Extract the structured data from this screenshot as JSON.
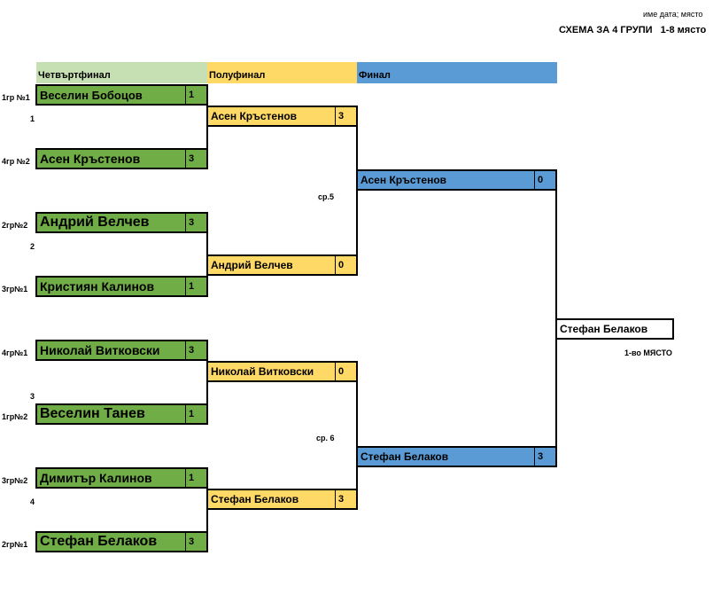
{
  "header": {
    "meta": "име дата; място",
    "title": "СХЕМА ЗА 4 ГРУПИ   1-8 място"
  },
  "columns": {
    "quarterfinal": "Четвъртфинал",
    "semifinal": "Полуфинал",
    "final": "Финал"
  },
  "colors": {
    "quarterfinal": "#70ad47",
    "semifinal": "#ffd966",
    "final": "#5b9bd5",
    "header_quarterfinal": "#c6e0b4"
  },
  "quarterfinals": [
    {
      "seed": "1гр №1",
      "name": "Веселин Бобоцов",
      "score": "1"
    },
    {
      "seed": "4гр №2",
      "name": "Асен Кръстенов",
      "score": "3"
    },
    {
      "seed": "2гр№2",
      "name": "Андрий Велчев",
      "score": "3"
    },
    {
      "seed": "3гр№1",
      "name": "Кристиян Калинов",
      "score": "1"
    },
    {
      "seed": "4гр№1",
      "name": "Николай Витковски",
      "score": "3"
    },
    {
      "seed": "1гр№2",
      "name": "Веселин Танев",
      "score": "1"
    },
    {
      "seed": "3гр№2",
      "name": "Димитър Калинов",
      "score": "1"
    },
    {
      "seed": "2гр№1",
      "name": "Стефан Белаков",
      "score": "3"
    }
  ],
  "match_numbers": [
    "1",
    "2",
    "3",
    "4"
  ],
  "semifinals": [
    {
      "name": "Асен Кръстенов",
      "score": "3"
    },
    {
      "name": "Андрий Велчев",
      "score": "0"
    },
    {
      "name": "Николай Витковски",
      "score": "0"
    },
    {
      "name": "Стефан Белаков",
      "score": "3"
    }
  ],
  "semifinal_labels": [
    "ср.5",
    "ср. 6"
  ],
  "finals": [
    {
      "name": "Асен Кръстенов",
      "score": "0"
    },
    {
      "name": "Стефан Белаков",
      "score": "3"
    }
  ],
  "winner": {
    "name": "Стефан Белаков",
    "place": "1-во МЯСТО"
  }
}
